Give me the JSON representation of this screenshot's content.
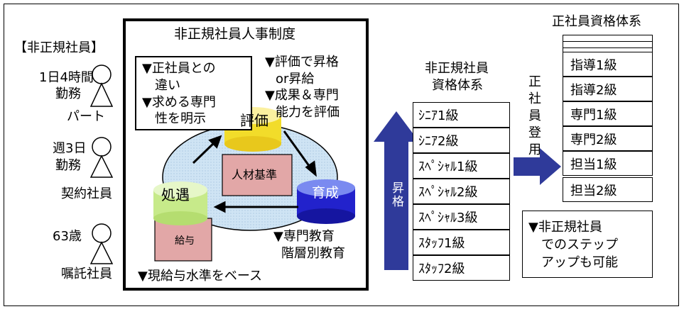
{
  "left": {
    "header": "【非正規社員】",
    "types": [
      {
        "time_line1": "1日4時間",
        "time_line2": "勤務",
        "name": "パート"
      },
      {
        "time_line1": "週3日",
        "time_line2": "勤務",
        "name": "契約社員"
      },
      {
        "time_line1": "63歳",
        "time_line2": "",
        "name": "嘱託社員"
      }
    ]
  },
  "system": {
    "title": "非正規社員人事制度",
    "note_lines": [
      "▼正社員との",
      "違い",
      "▼求める専門",
      "性を明示"
    ],
    "eval_notes": [
      "▼評価で昇格",
      "or昇給",
      "▼成果＆専門",
      "能力を評価"
    ],
    "eval_label": "評価",
    "criteria_label": "人材基準",
    "treatment_label": "処遇",
    "salary_label": "給与",
    "training_label": "育成",
    "training_notes": [
      "▼専門教育",
      "階層別教育"
    ],
    "bottom_note": "▼現給与水準をベース"
  },
  "promotion": {
    "label": "昇格"
  },
  "nonregular_ranks": {
    "title_line1": "非正規社員",
    "title_line2": "資格体系",
    "ranks": [
      "ｼﾆｱ1級",
      "ｼﾆｱ2級",
      "ｽﾍﾟｼｬﾙ1級",
      "ｽﾍﾟｼｬﾙ2級",
      "ｽﾍﾟｼｬﾙ3級",
      "ｽﾀｯﾌ1級",
      "ｽﾀｯﾌ2級"
    ]
  },
  "appointment": {
    "label_chars": [
      "正",
      "社",
      "員",
      "登",
      "用"
    ]
  },
  "regular_ranks": {
    "title": "正社員資格体系",
    "ranks": [
      "指導1級",
      "指導2級",
      "専門1級",
      "専門2級",
      "担当1級",
      "担当2級"
    ]
  },
  "stepup_note": [
    "▼非正規社員",
    "でのステップ",
    "アップも可能"
  ],
  "colors": {
    "navy": "#2f3a9a",
    "yellow": "#f2dc2a",
    "pink": "#e2a7a7",
    "green": "#d6f0a8",
    "blue": "#2222cc",
    "ellipse": "#cfe4f4"
  }
}
